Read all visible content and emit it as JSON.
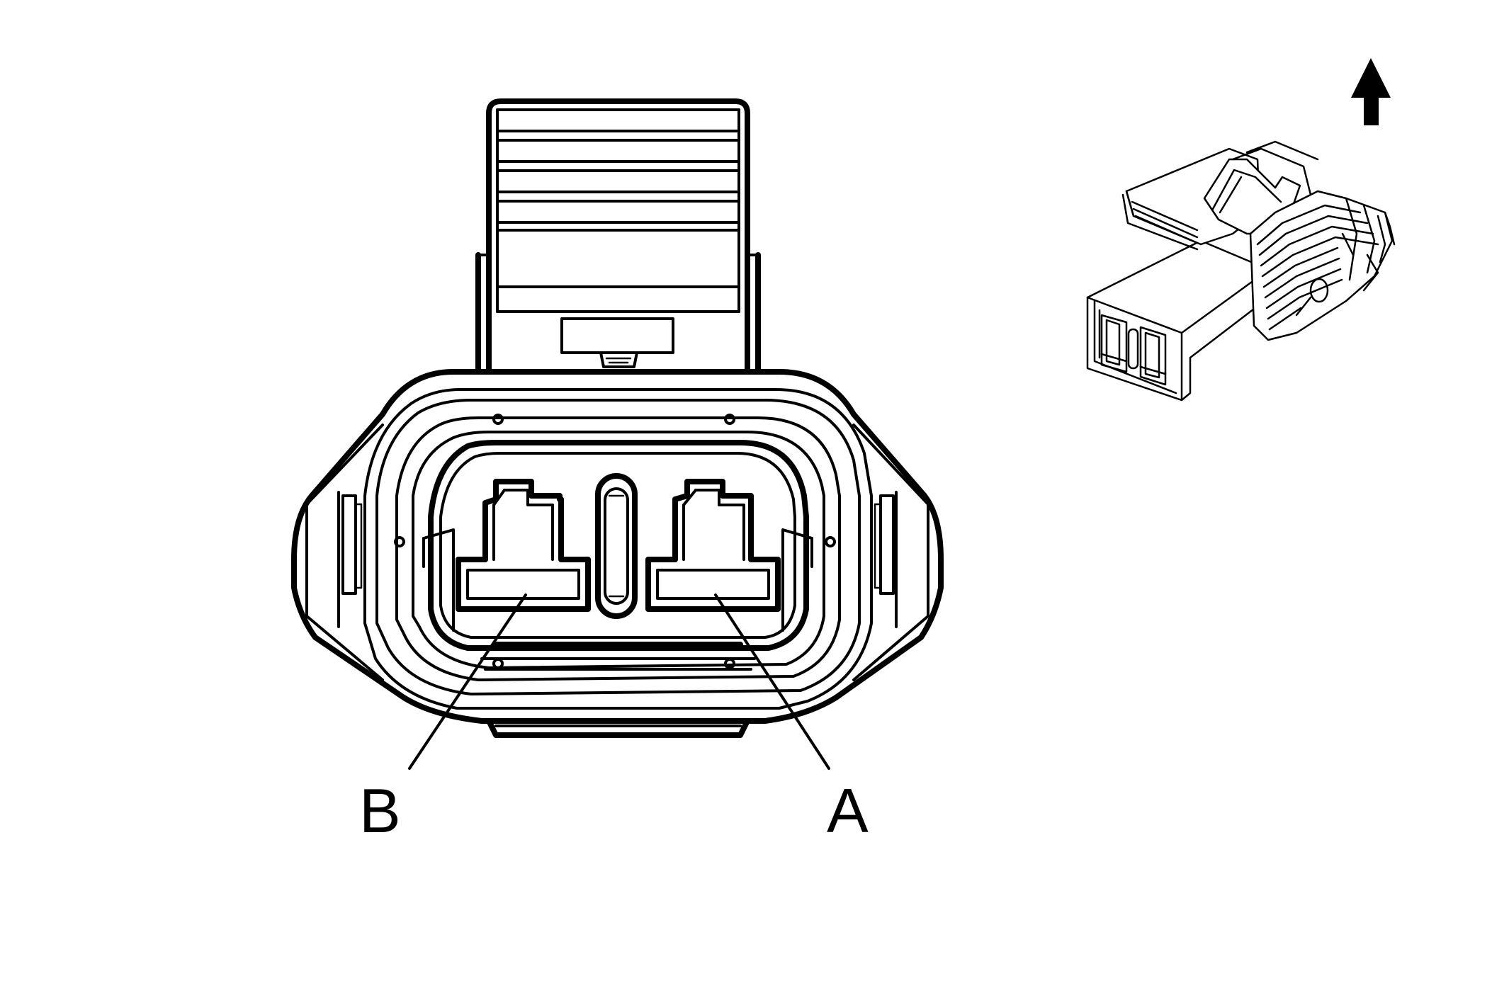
{
  "diagram": {
    "pin_labels": {
      "b": "B",
      "a": "A"
    },
    "icons": {
      "orientation_arrow": "up-arrow-icon",
      "connector_front_view": "connector-front-view",
      "connector_iso_view": "connector-isometric-view"
    },
    "colors": {
      "line": "#000000",
      "background": "#ffffff"
    }
  }
}
